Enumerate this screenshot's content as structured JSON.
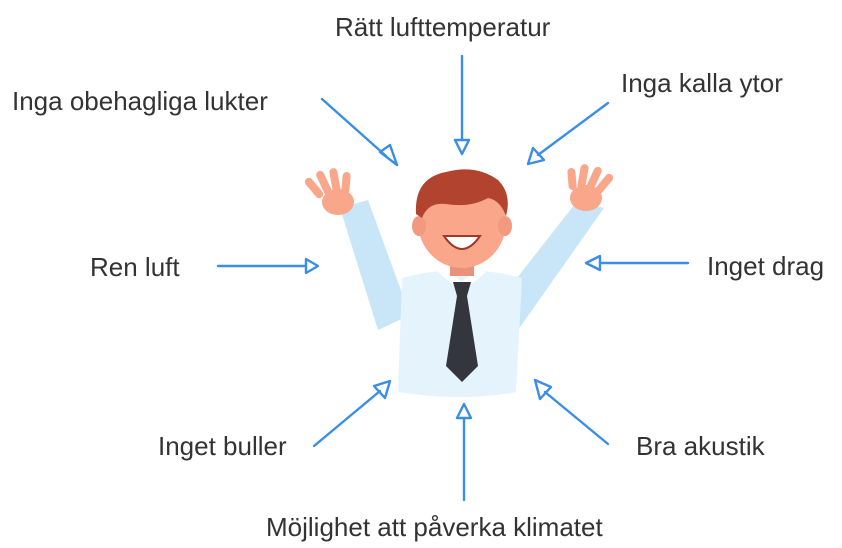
{
  "colors": {
    "arrow": "#3a8ee6",
    "skin": "#f9a68a",
    "hair": "#b2432f",
    "shirt_sleeve": "#c8e6f7",
    "shirt_body": "#e4f3fc",
    "tie": "#33363d",
    "text": "#333333"
  },
  "labels": {
    "top": "Rätt lufttemperatur",
    "top_left": "Inga obehagliga lukter",
    "top_right": "Inga kalla ytor",
    "left": "Ren luft",
    "right": "Inget drag",
    "bottom_left": "Inget buller",
    "bottom_right": "Bra akustik",
    "bottom": "Möjlighet att påverka klimatet"
  },
  "figure": {
    "icon": "happy-man-arms-raised-icon"
  }
}
